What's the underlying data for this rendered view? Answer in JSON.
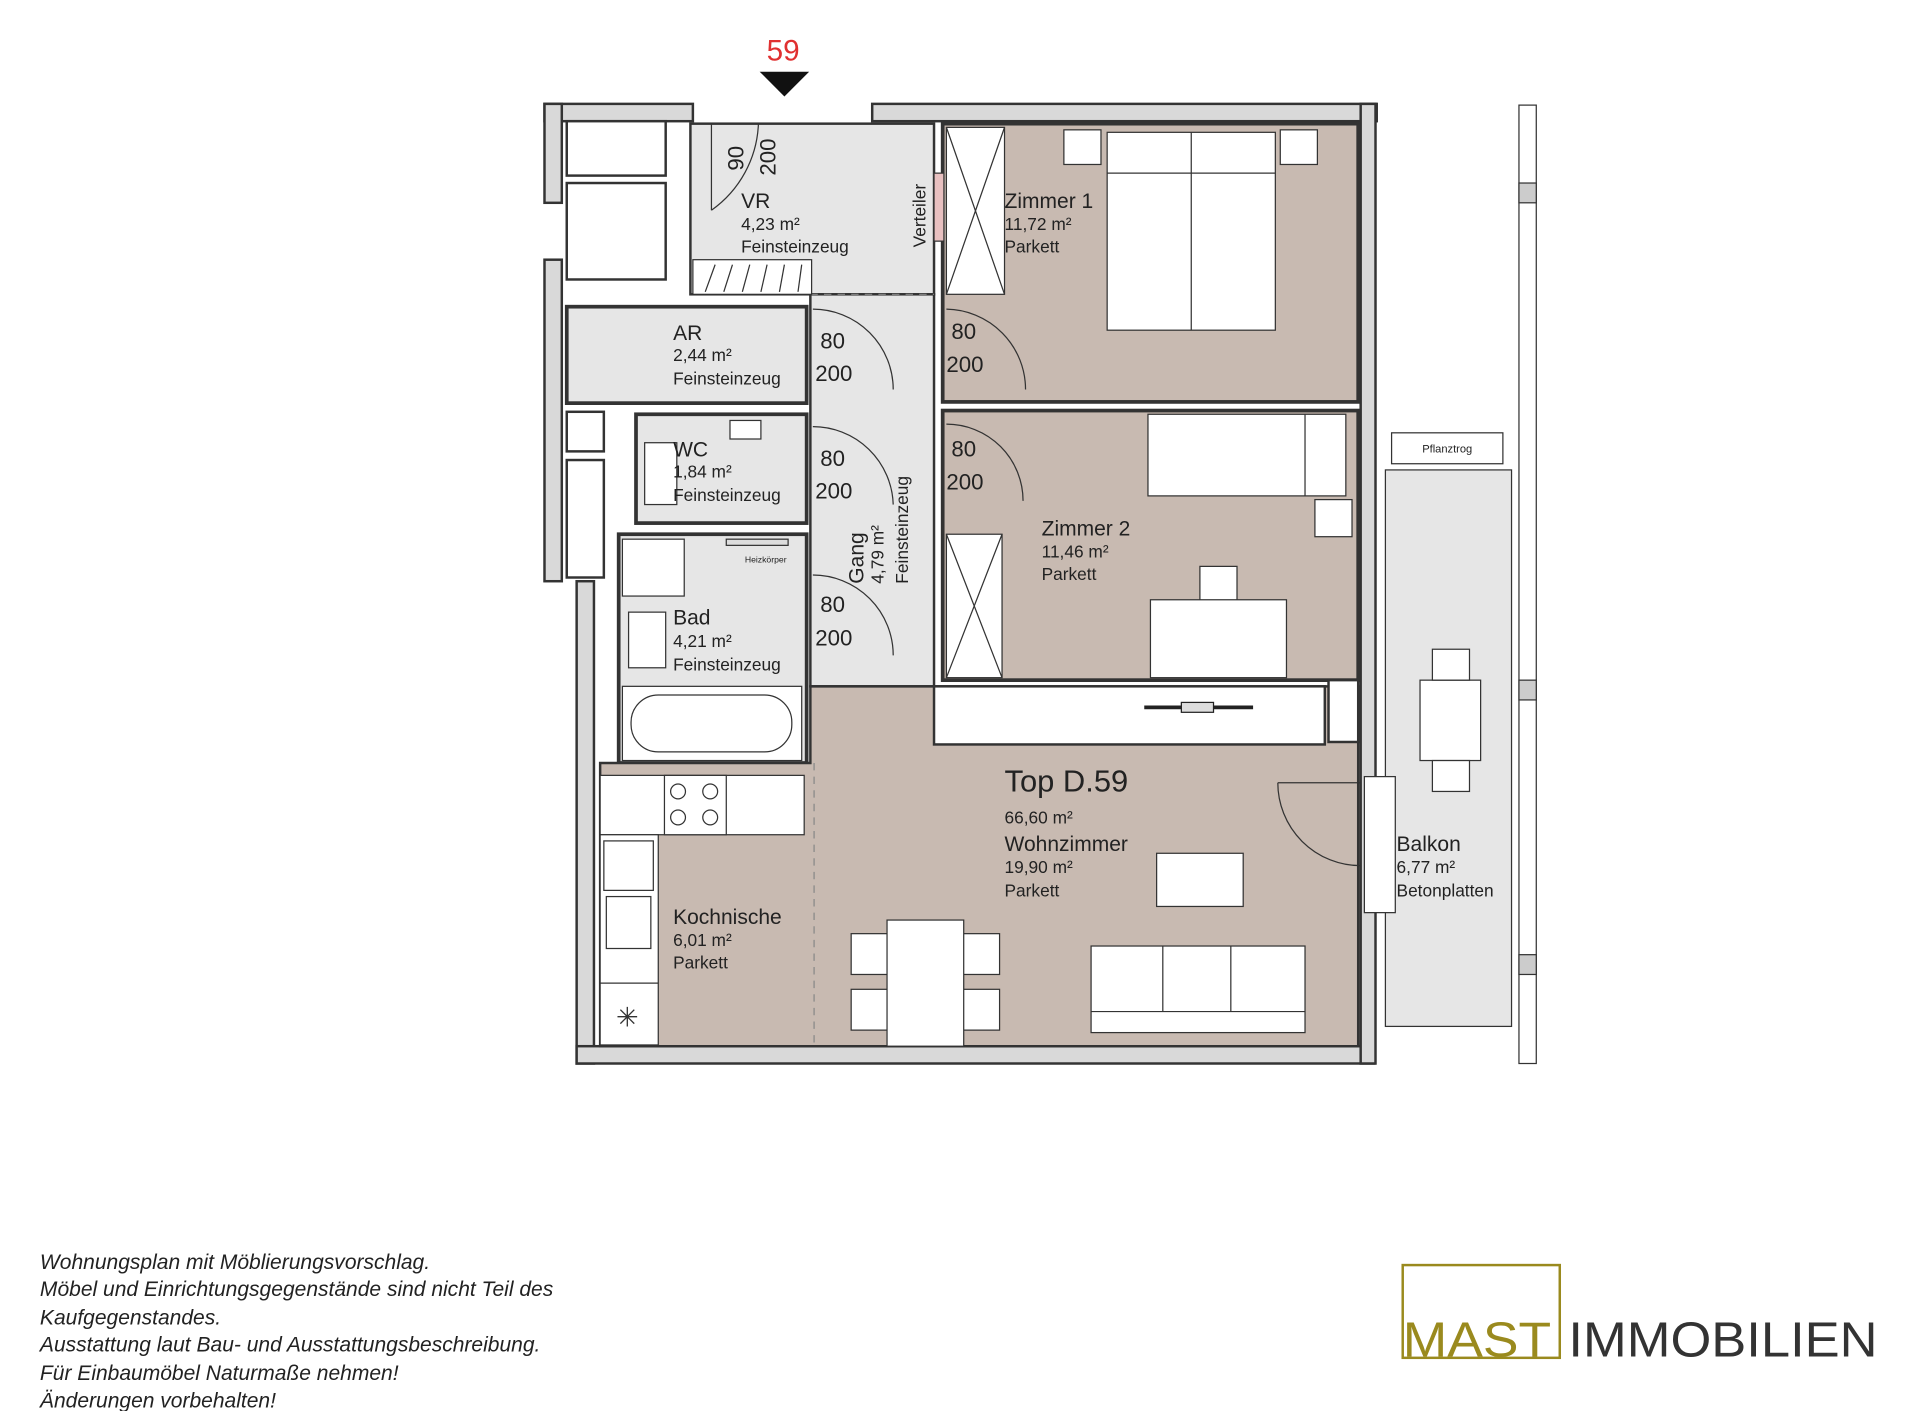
{
  "entrance_marker": {
    "number": "59",
    "color": "#e03030"
  },
  "colors": {
    "floor_wood": "#c8bab1",
    "floor_tile": "#e6e6e6",
    "wall": "#4a4a4a",
    "logo_gold": "#9a8a1e"
  },
  "entry_door": {
    "width": "90",
    "height": "200"
  },
  "distributor_label": "Verteiler",
  "rooms": [
    {
      "name": "VR",
      "area": "4,23 m²",
      "floor": "Feinsteinzeug"
    },
    {
      "name": "Zimmer 1",
      "area": "11,72 m²",
      "floor": "Parkett"
    },
    {
      "name": "AR",
      "area": "2,44 m²",
      "floor": "Feinsteinzeug"
    },
    {
      "name": "WC",
      "area": "1,84 m²",
      "floor": "Feinsteinzeug"
    },
    {
      "name": "Gang",
      "area": "4,79 m²",
      "floor": "Feinsteinzeug"
    },
    {
      "name": "Zimmer 2",
      "area": "11,46 m²",
      "floor": "Parkett"
    },
    {
      "name": "Bad",
      "area": "4,21 m²",
      "floor": "Feinsteinzeug"
    },
    {
      "name": "Wohnzimmer",
      "area": "19,90 m²",
      "floor": "Parkett"
    },
    {
      "name": "Kochnische",
      "area": "6,01 m²",
      "floor": "Parkett"
    },
    {
      "name": "Balkon",
      "area": "6,77 m²",
      "floor": "Betonplatten"
    }
  ],
  "doors": [
    {
      "width": "80",
      "height": "200"
    },
    {
      "width": "80",
      "height": "200"
    },
    {
      "width": "80",
      "height": "200"
    },
    {
      "width": "80",
      "height": "200"
    },
    {
      "width": "80",
      "height": "200"
    }
  ],
  "heater_label": "Heizkörper",
  "planter_label": "Pflanztrog",
  "unit": {
    "title": "Top D.59",
    "total_area": "66,60 m²"
  },
  "footer_notes": [
    "Wohnungsplan mit Möblierungsvorschlag.",
    "Möbel und Einrichtungsgegenstände sind nicht Teil des",
    "Kaufgegenstandes.",
    "Ausstattung laut Bau- und Ausstattungsbeschreibung.",
    "Für Einbaumöbel Naturmaße nehmen!",
    "Änderungen vorbehalten!"
  ],
  "logo": {
    "part1": "MAST",
    "part2": "IMMOBILIEN"
  }
}
